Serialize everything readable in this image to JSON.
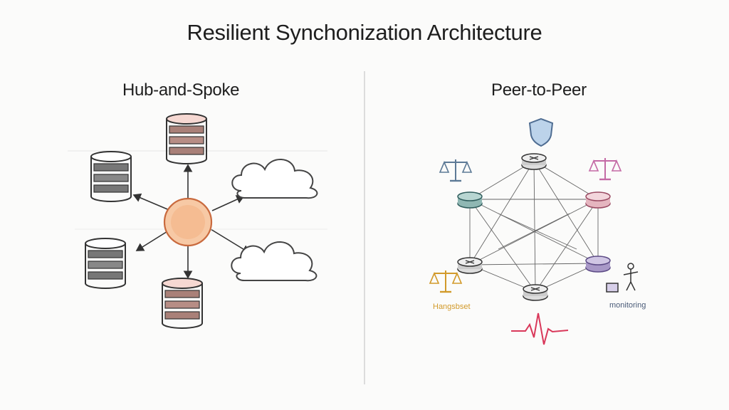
{
  "title": "Resilient Synchonization Architecture",
  "panels": {
    "left": {
      "title": "Hub-and-Spoke",
      "hub_color": "#e8955f",
      "nodes": [
        {
          "name": "database-icon",
          "spoke": "top"
        },
        {
          "name": "database-icon",
          "spoke": "upper-left"
        },
        {
          "name": "database-icon",
          "spoke": "lower-left"
        },
        {
          "name": "database-icon",
          "spoke": "bottom"
        },
        {
          "name": "cloud-icon",
          "spoke": "upper-right"
        },
        {
          "name": "cloud-icon",
          "spoke": "lower-right"
        }
      ]
    },
    "right": {
      "title": "Peer-to-Peer",
      "captions": {
        "left": "Hangsbset",
        "right": "monitoring"
      },
      "icons": [
        "shield-icon",
        "scale-icon",
        "scale-icon",
        "scale-icon",
        "person-icon",
        "heartbeat-icon"
      ],
      "node_colors": [
        "#5d7a96",
        "#4f8a8a",
        "#c17090",
        "#7a7a7a",
        "#8a6ab0",
        "#5d7a96"
      ]
    }
  },
  "colors": {
    "accent_teal": "#4f8a8a",
    "accent_pink": "#c17090",
    "accent_gold": "#d29a2a",
    "accent_red": "#d9385a",
    "line": "#555555"
  }
}
